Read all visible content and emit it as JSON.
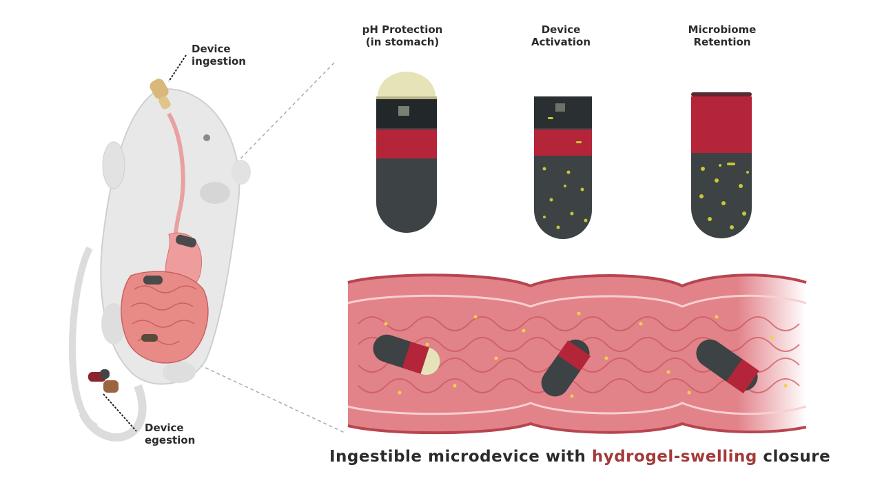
{
  "labels": {
    "ingestion": [
      "Device",
      "ingestion"
    ],
    "egestion": [
      "Device",
      "egestion"
    ]
  },
  "panels": [
    {
      "title": [
        "pH Protection",
        "(in stomach)"
      ],
      "bg": "#fbecec"
    },
    {
      "title": [
        "Device",
        "Activation"
      ],
      "bg": "#f7f8e8"
    },
    {
      "title": [
        "Microbiome",
        "Retention"
      ],
      "bg": "#f2f4e0"
    }
  ],
  "caption": {
    "part1": "Ingestible microdevice with ",
    "highlight": "hydrogel-swelling",
    "part2": " closure"
  },
  "colors": {
    "capsule_body": "#3c4144",
    "capsule_band": "#b5253a",
    "cap": "#e6e3b8",
    "bacteria": "#c8c832",
    "intestine": "#e48a8a",
    "intestine_dark": "#c9535a",
    "mouse": "#e6e6e6"
  }
}
